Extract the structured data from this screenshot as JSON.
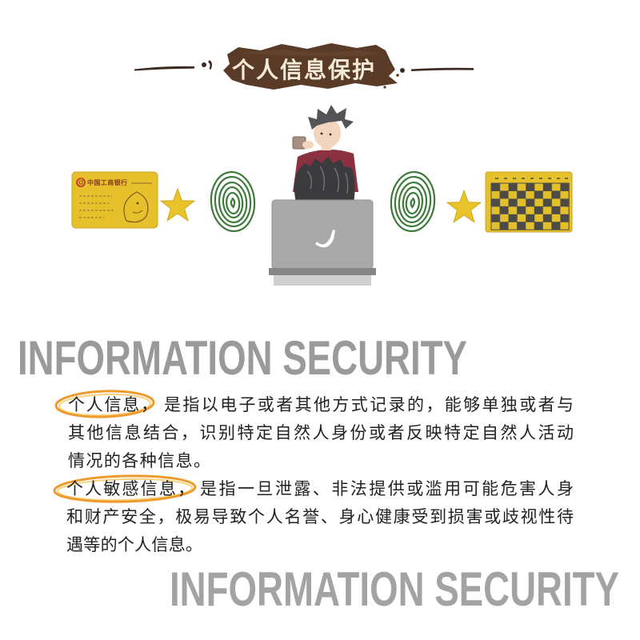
{
  "title": "个人信息保护",
  "headline_top": "INFORMATION SECURITY",
  "headline_bottom": "INFORMATION SECURITY",
  "definitions": [
    {
      "term": "个人信息，",
      "lines": [
        "是指以电子或者其他方式记录的，能够单独或者与",
        "其他信息结合，识别特定自然人身份或者反映特定自然人活动",
        "情况的各种信息。"
      ]
    },
    {
      "term": "个人敏感信息，",
      "lines": [
        "是指一旦泄露、非法提供或滥用可能危害人身",
        "和财产安全，极易导致个人名誉、身心健康受到损害或歧视性待",
        "遇等的个人信息。"
      ]
    }
  ],
  "illustration": {
    "bank_card_text": "中国工商银行",
    "icons": [
      "bank-card-icon",
      "star-icon",
      "fingerprint-icon",
      "person-icon",
      "laptop-icon",
      "password-card-icon"
    ]
  },
  "colors": {
    "title_banner": "#5a3b28",
    "title_text": "#f4ead8",
    "headline": "#9a9a9a",
    "body_text": "#222222",
    "highlight_ring": "#ee9b2e",
    "card_yellow": "#e6c12c",
    "fingerprint_green": "#3e7b3b"
  }
}
